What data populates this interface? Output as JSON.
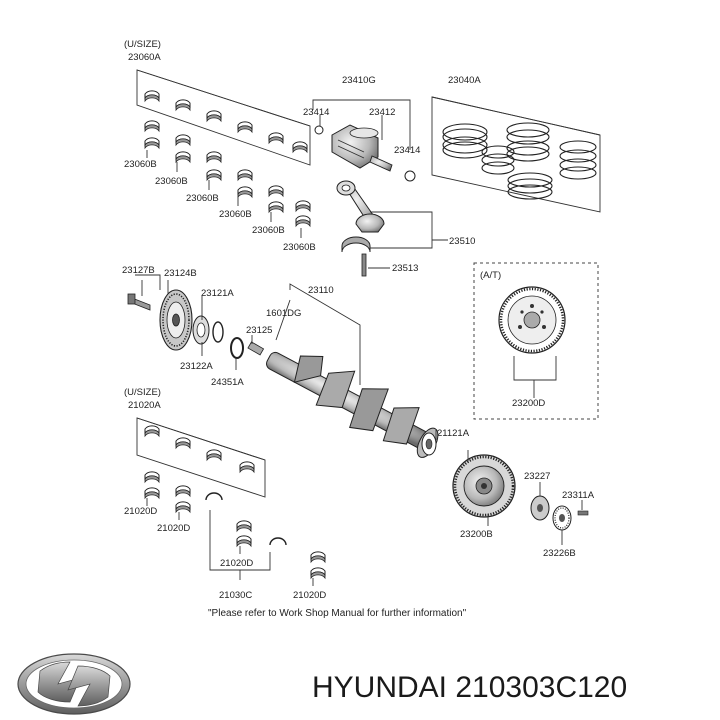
{
  "labels": {
    "usize_top": "(U/SIZE)",
    "p23060A": "23060A",
    "p23060B_1": "23060B",
    "p23060B_2": "23060B",
    "p23060B_3": "23060B",
    "p23060B_4": "23060B",
    "p23060B_5": "23060B",
    "p23060B_6": "23060B",
    "p23410G": "23410G",
    "p23414a": "23414",
    "p23412": "23412",
    "p23414b": "23414",
    "p23040A": "23040A",
    "p23510": "23510",
    "p23513": "23513",
    "p23127B": "23127B",
    "p23124B": "23124B",
    "p23121A": "23121A",
    "p23110": "23110",
    "p1601DG": "1601DG",
    "p23125": "23125",
    "p23122A": "23122A",
    "p24351A": "24351A",
    "at": "(A/T)",
    "p23200D": "23200D",
    "usize_bottom": "(U/SIZE)",
    "p21020A": "21020A",
    "p21020D_1": "21020D",
    "p21020D_2": "21020D",
    "p21020D_3": "21020D",
    "p21020D_4": "21020D",
    "p21030C": "21030C",
    "p21121A": "21121A",
    "p23227": "23227",
    "p23311A": "23311A",
    "p23200B": "23200B",
    "p23226B": "23226B"
  },
  "note": "\"Please refer to Work Shop Manual for further information\"",
  "brand": {
    "text": "HYUNDAI 210303C120",
    "logo": "hyundai-logo"
  }
}
